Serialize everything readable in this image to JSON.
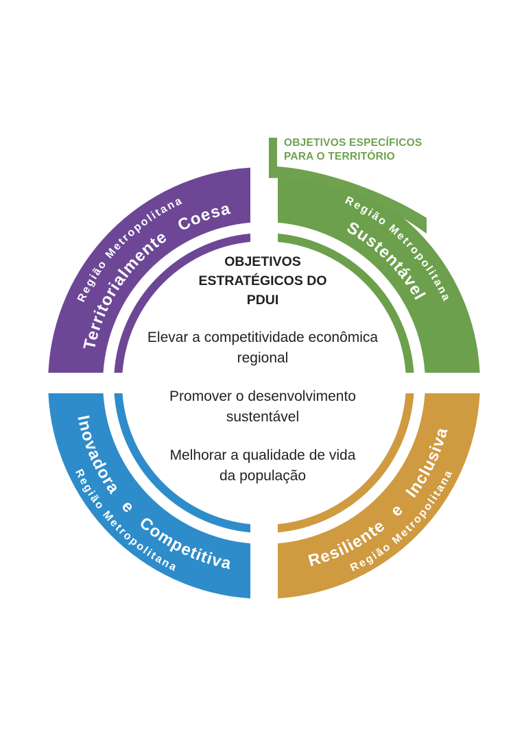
{
  "page": {
    "background": "#ffffff"
  },
  "header_label": {
    "line1": "OBJETIVOS ESPECÍFICOS",
    "line2": "PARA O TERRITÓRIO",
    "color": "#6FA14E"
  },
  "center": {
    "text_color": "#231F20",
    "title_lines": [
      "OBJETIVOS",
      "ESTRATÉGICOS DO",
      "PDUI"
    ],
    "objectives": [
      {
        "lines": [
          "Elevar a competitividade econômica",
          "regional"
        ]
      },
      {
        "lines": [
          "Promover o desenvolvimento",
          "sustentável"
        ]
      },
      {
        "lines": [
          "Melhorar a qualidade de vida",
          "da população"
        ]
      }
    ]
  },
  "quadrants": [
    {
      "position": "top-left",
      "color": "#6D4796",
      "label_top": "Região Metropolitana",
      "label_main": "Territorialmente Coesa"
    },
    {
      "position": "top-right",
      "color": "#6CA04C",
      "label_top": "Região Metropolitana",
      "label_main": "Sustentável"
    },
    {
      "position": "bottom-left",
      "color": "#2E8CCA",
      "label_top": "Região Metropolitana",
      "label_main": "Inovadora e Competitiva"
    },
    {
      "position": "bottom-right",
      "color": "#CF9A40",
      "label_top": "Região Metropolitana",
      "label_main": "Resiliente e Inclusiva"
    }
  ]
}
